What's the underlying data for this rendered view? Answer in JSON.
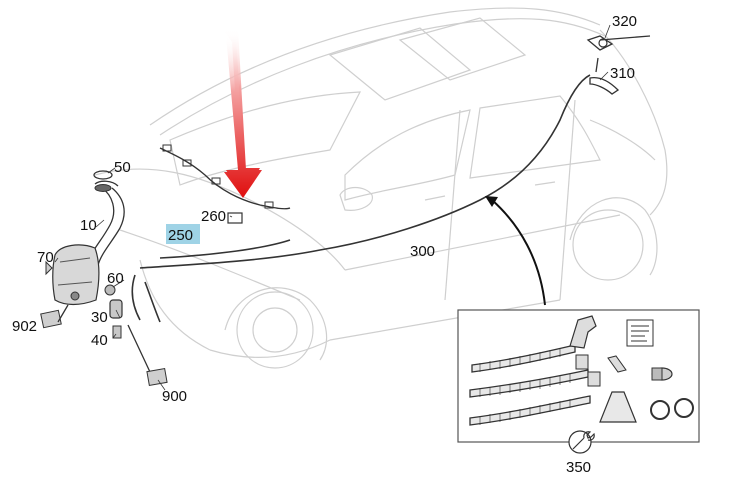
{
  "callouts": {
    "p10": "10",
    "p30": "30",
    "p40": "40",
    "p50": "50",
    "p60": "60",
    "p70": "70",
    "p250": "250",
    "p260": "260",
    "p300": "300",
    "p310": "310",
    "p320": "320",
    "p350": "350",
    "p900": "900",
    "p902": "902"
  },
  "colors": {
    "highlight": "#9fd3e6",
    "arrow": "#e01010",
    "car_outline": "#cfcfcf",
    "parts": "#333333"
  }
}
